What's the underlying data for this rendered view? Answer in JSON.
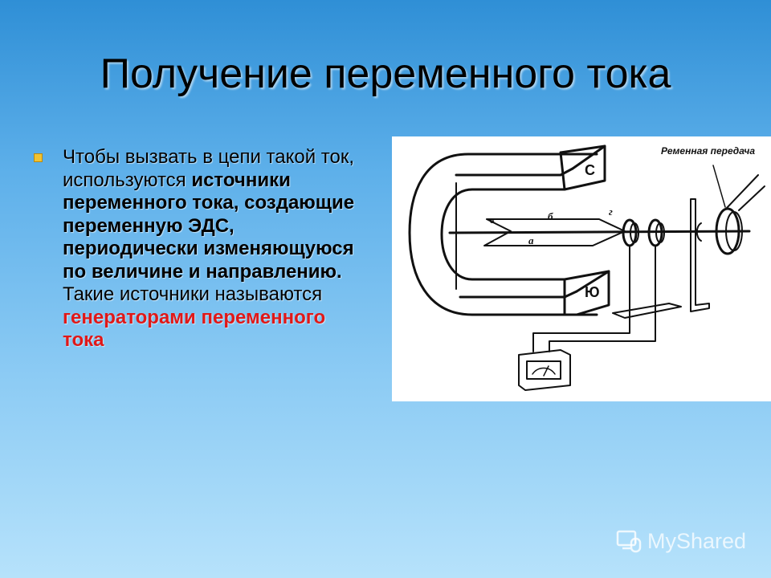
{
  "slide": {
    "title": "Получение переменного тока",
    "paragraph": {
      "part1": "Чтобы вызвать в цепи такой ток, используются",
      "part2_bold": "источники переменного тока, создающие переменную ЭДС, периодически изменяющуюся по величине и направлению.",
      "part3": "Такие источники называются",
      "part4_red": "генераторами переменного тока"
    }
  },
  "figure": {
    "caption_belt": "Ременная передача",
    "pole_north": "С",
    "pole_south": "Ю",
    "label_a": "а",
    "label_b": "б",
    "label_v": "в",
    "label_g": "г"
  },
  "colors": {
    "bullet": "#f2c230",
    "highlight": "#e01818"
  },
  "watermark": {
    "text": "MyShared",
    "icon": "mouse-icon"
  }
}
